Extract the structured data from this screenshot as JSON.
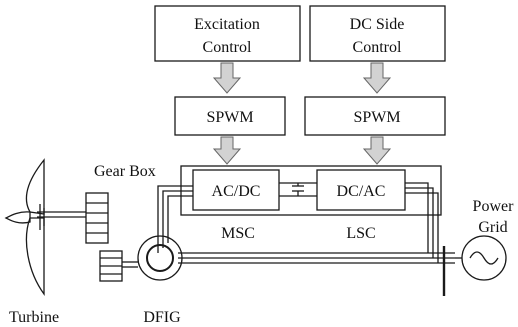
{
  "diagram": {
    "excitation_control": [
      "Excitation",
      "Control"
    ],
    "dc_side_control": [
      "DC Side",
      "Control"
    ],
    "spwm_left": "SPWM",
    "spwm_right": "SPWM",
    "msc_box": "AC/DC",
    "lsc_box": "DC/AC",
    "msc_label": "MSC",
    "lsc_label": "LSC",
    "gear_box": "Gear Box",
    "turbine": "Turbine",
    "dfig": "DFIG",
    "power_grid": [
      "Power",
      "Grid"
    ]
  }
}
